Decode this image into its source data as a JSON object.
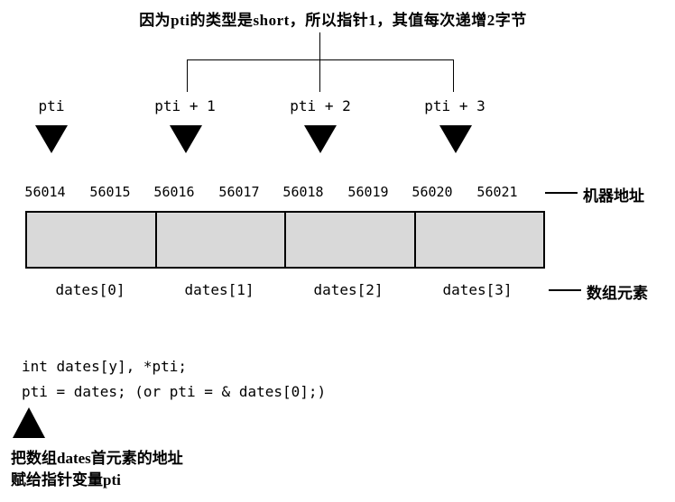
{
  "caption_top": "因为pti的类型是short，所以指针1，其值每次递增2字节",
  "pointers": [
    {
      "label": "pti"
    },
    {
      "label": "pti + 1"
    },
    {
      "label": "pti + 2"
    },
    {
      "label": "pti + 3"
    }
  ],
  "addresses": [
    "56014",
    "56015",
    "56016",
    "56017",
    "56018",
    "56019",
    "56020",
    "56021"
  ],
  "axis_labels": {
    "machine_address": "机器地址",
    "array_element": "数组元素"
  },
  "element_labels": [
    "dates[0]",
    "dates[1]",
    "dates[2]",
    "dates[3]"
  ],
  "code": {
    "line1": "int dates[y], *pti;",
    "line2": "pti = dates; (or pti = & dates[0];)"
  },
  "bottom_note": {
    "line1": "把数组dates首元素的地址",
    "line2": "赋给指针变量pti"
  },
  "colors": {
    "cell_fill": "#d9d9d9",
    "line": "#000000",
    "background": "#ffffff"
  }
}
